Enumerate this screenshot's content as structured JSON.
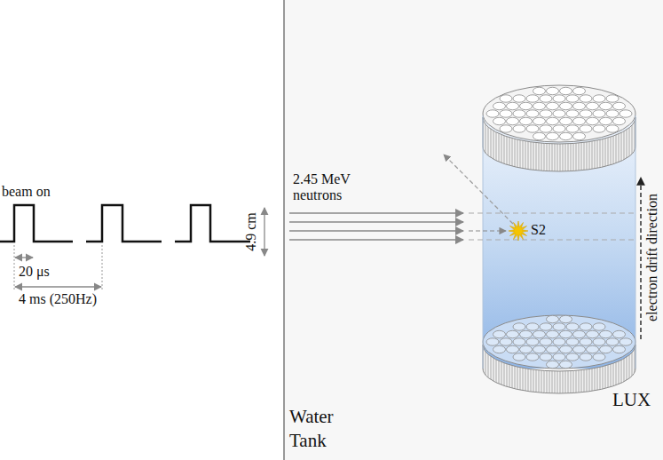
{
  "diagram": {
    "labels": [
      "beam on",
      "20 μs",
      "4 ms (250Hz)",
      "4.9 cm",
      "2.45 MeV neutrons",
      "S2",
      "electron drift direction",
      "LUX",
      "Water Tank"
    ]
  }
}
